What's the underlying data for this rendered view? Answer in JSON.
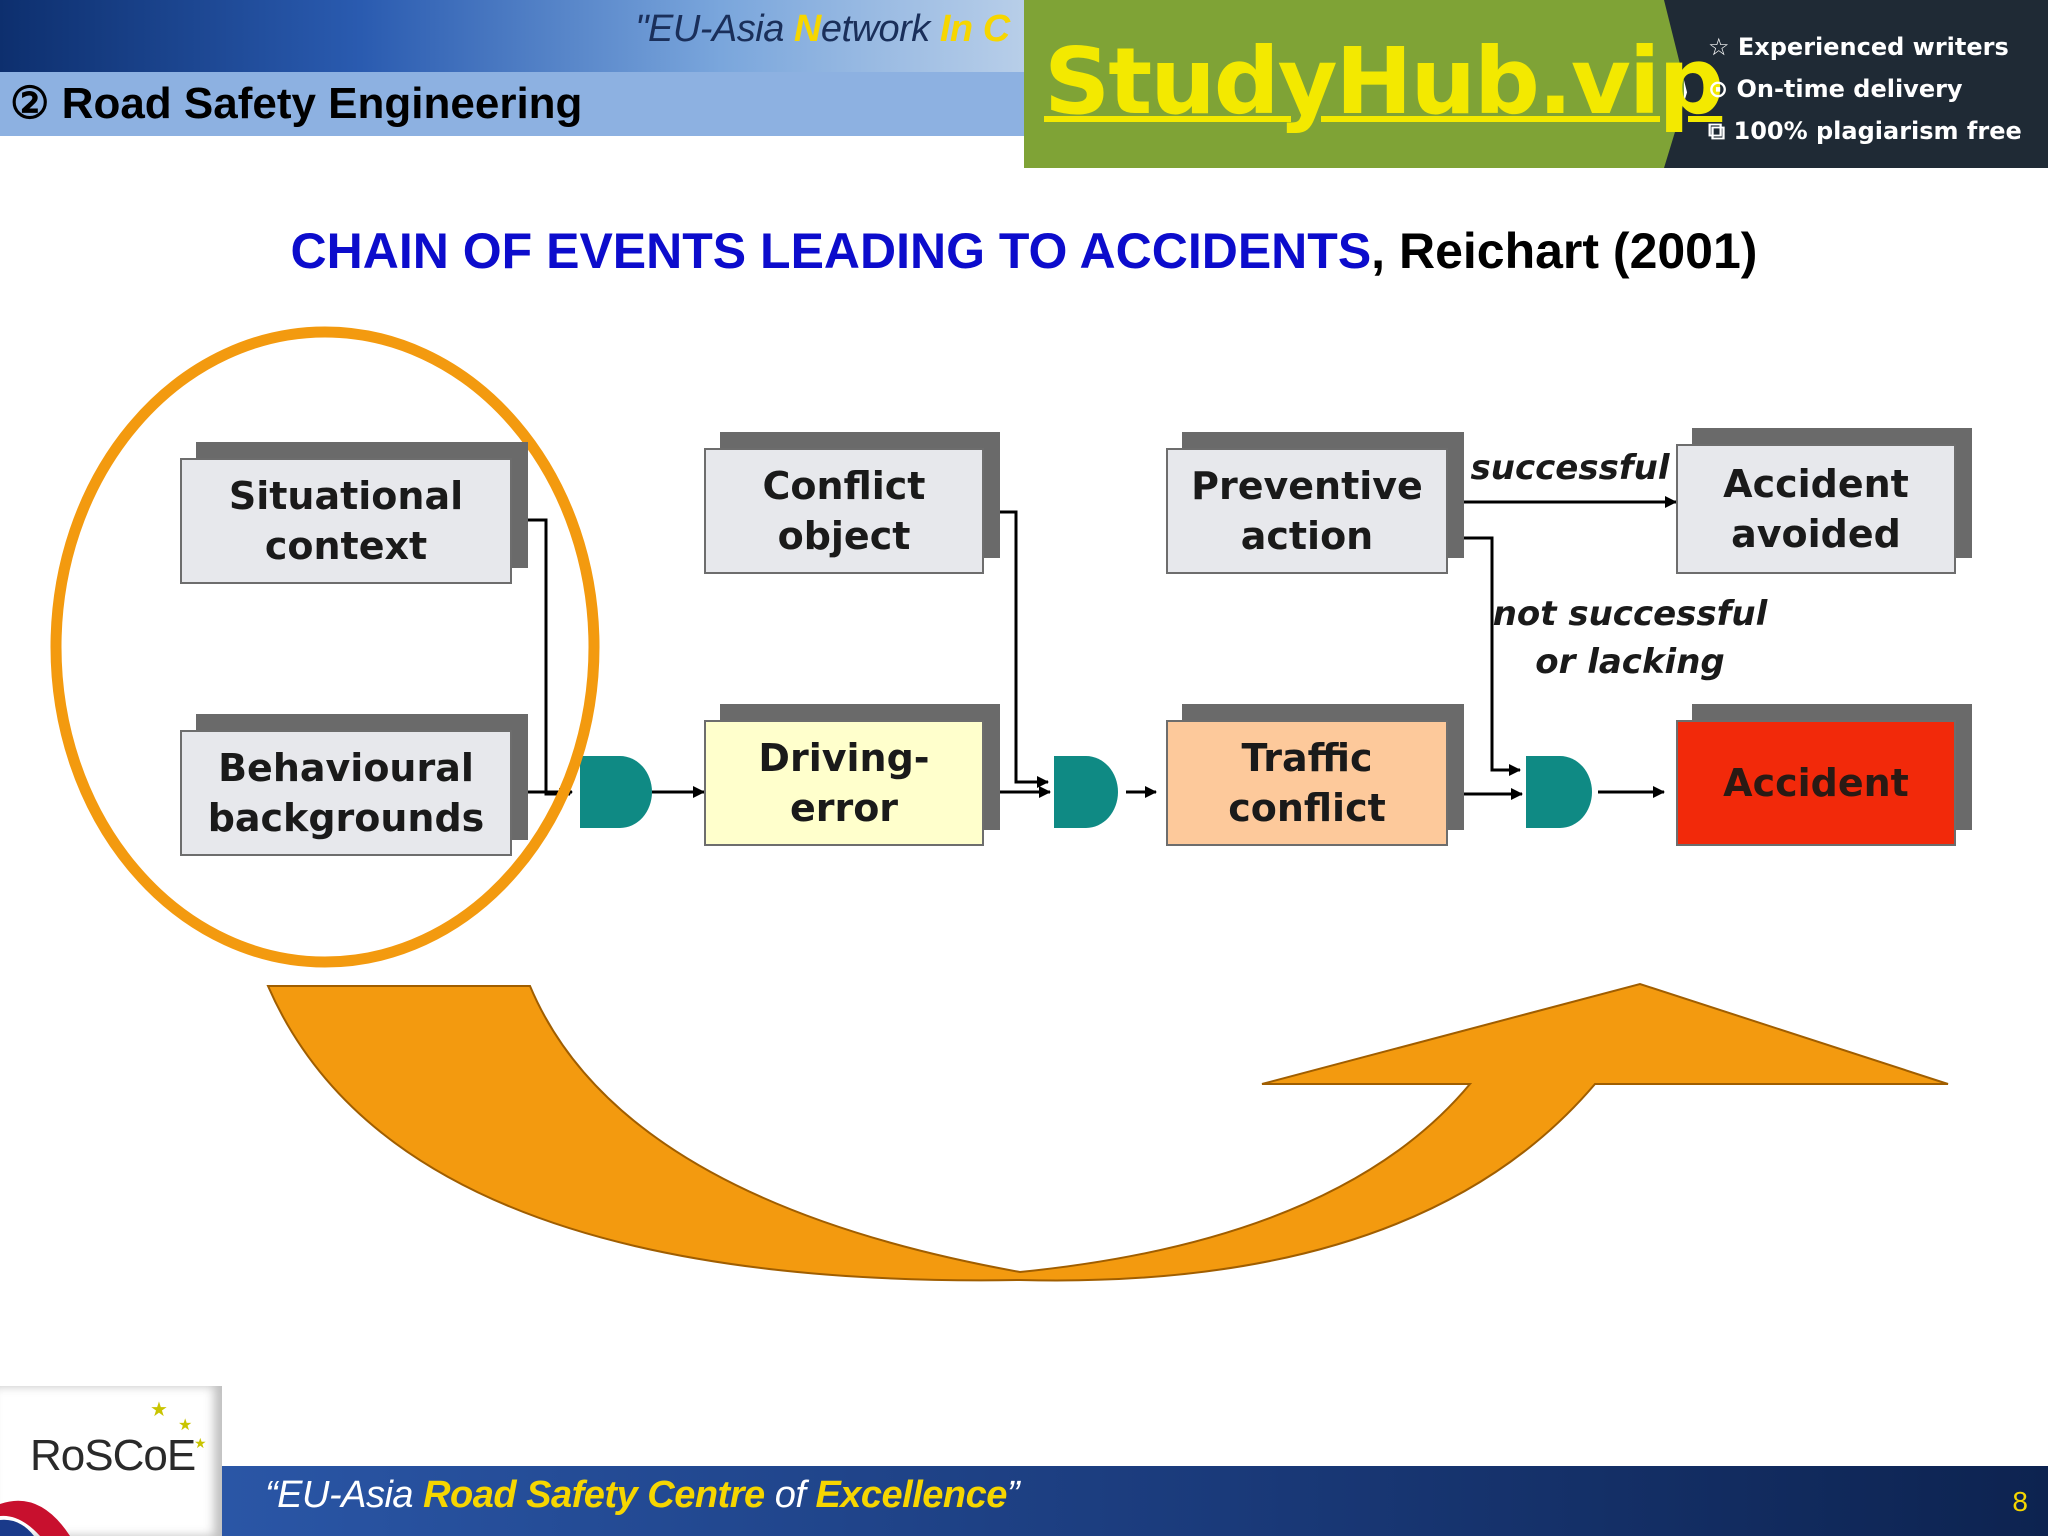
{
  "header": {
    "banner_parts": [
      "\"EU-Asia ",
      "N",
      "etwork ",
      "In",
      " C"
    ],
    "section_title": "② Road Safety Engineering"
  },
  "ad": {
    "brand": "StudyHub.vip",
    "features": [
      {
        "icon": "star-icon",
        "glyph": "☆",
        "text": "Experienced writers"
      },
      {
        "icon": "clock-icon",
        "glyph": "⊙",
        "text": "On-time delivery"
      },
      {
        "icon": "copy-icon",
        "glyph": "⧉",
        "text": "100% plagiarism free"
      }
    ]
  },
  "slide": {
    "title_highlight": "CHAIN OF EVENTS LEADING TO ACCIDENTS",
    "title_rest": ", Reichart (2001)"
  },
  "diagram": {
    "boxes": {
      "situational": "Situational\ncontext",
      "behavioural": "Behavioural\nbackgrounds",
      "conflict_object": "Conflict\nobject",
      "driving_error": "Driving-error",
      "preventive": "Preventive\naction",
      "traffic_conflict": "Traffic\nconflict",
      "avoided": "Accident\navoided",
      "accident": "Accident"
    },
    "labels": {
      "successful": "successful",
      "not_successful": "not successful\nor lacking"
    },
    "colors": {
      "gate": "#0f8a84",
      "highlight_ellipse": "#f39a0f",
      "big_arrow": "#f39a0f",
      "accident_box": "#f2290a"
    }
  },
  "footer": {
    "logo": "RoSCoE",
    "tagline_parts": [
      "“EU-Asia ",
      "Road ",
      "Safety ",
      "Centre ",
      "of ",
      "Excellence",
      "”"
    ],
    "page": "8"
  }
}
